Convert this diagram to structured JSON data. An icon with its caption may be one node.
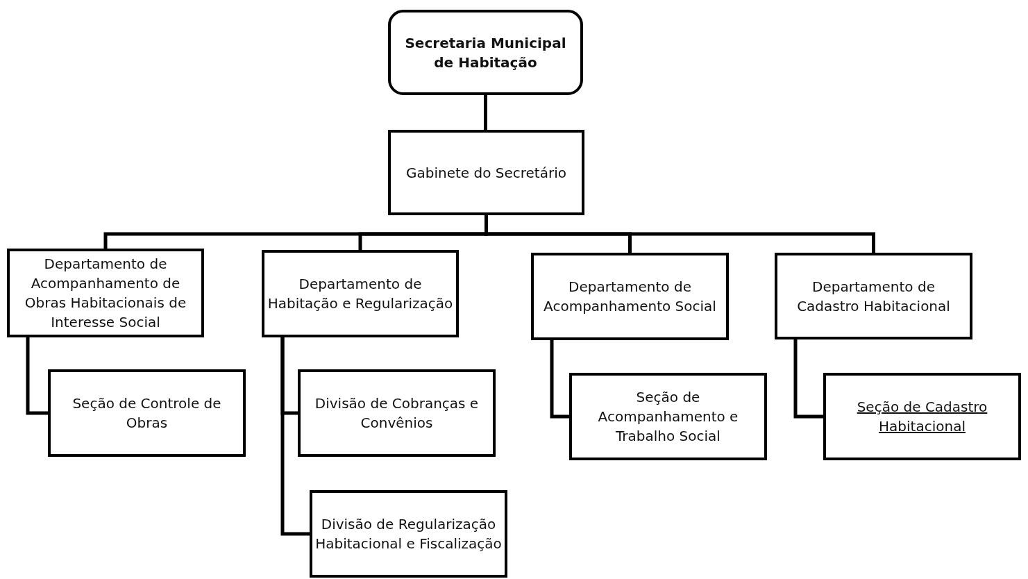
{
  "diagram": {
    "nodes": [
      {
        "text": [
          "Secretaria Municipal de Habitação"
        ]
      },
      {
        "text": [
          "Gabinete do Secretário"
        ]
      },
      {
        "text": [
          "Departamento de Acompanhamento de Obras Habitacionais de Interesse Social"
        ]
      },
      {
        "text": [
          "Departamento de Habitação e Regularização"
        ]
      },
      {
        "text": [
          "Departamento de Acompanhamento Social"
        ]
      },
      {
        "text": [
          "Departamento de Cadastro Habitacional"
        ]
      },
      {
        "text": [
          "Seção de Controle de Obras"
        ]
      },
      {
        "text": [
          "Divisão de Cobranças e Convênios"
        ]
      },
      {
        "text": [
          "Divisão de Regularização Habitacional e Fiscalização"
        ]
      },
      {
        "text": [
          "Seção de Acompanhamento e Trabalho Social"
        ]
      },
      {
        "text": [
          "Seção de Cadastro Habitacional"
        ]
      }
    ],
    "edges": [
      {
        "from": 0,
        "to": 1,
        "arrow": "none"
      },
      {
        "from": 1,
        "to": 2,
        "arrow": "none"
      },
      {
        "from": 1,
        "to": 3,
        "arrow": "none"
      },
      {
        "from": 1,
        "to": 4,
        "arrow": "none"
      },
      {
        "from": 1,
        "to": 5,
        "arrow": "none"
      },
      {
        "from": 2,
        "to": 6,
        "arrow": "none"
      },
      {
        "from": 3,
        "to": 7,
        "arrow": "none"
      },
      {
        "from": 3,
        "to": 8,
        "arrow": "none"
      },
      {
        "from": 4,
        "to": 9,
        "arrow": "none"
      },
      {
        "from": 5,
        "to": 10,
        "arrow": "none"
      }
    ]
  }
}
